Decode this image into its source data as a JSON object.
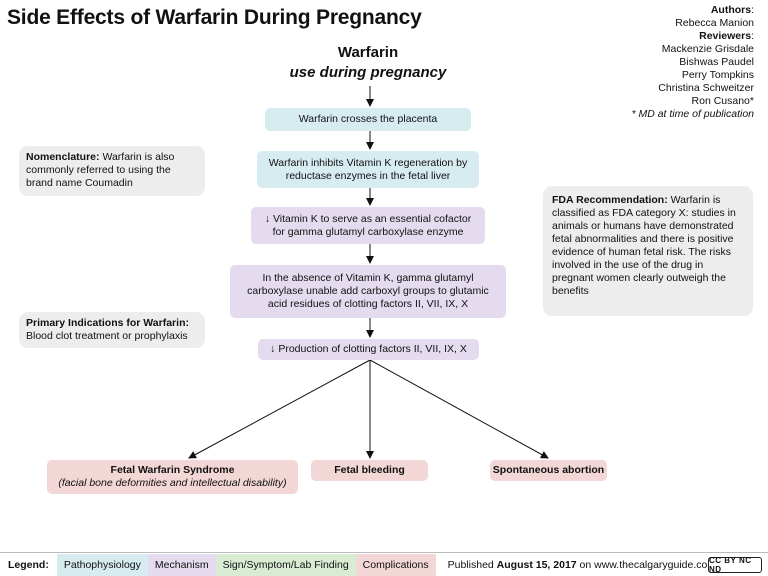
{
  "title": "Side Effects of Warfarin During Pregnancy",
  "credits": {
    "authors_heading": "Authors",
    "authors": [
      "Rebecca Manion"
    ],
    "reviewers_heading": "Reviewers",
    "reviewers": [
      "Mackenzie Grisdale",
      "Bishwas Paudel",
      "Perry Tompkins",
      "Christina Schweitzer",
      "Ron Cusano*"
    ],
    "note": "* MD at time of publication"
  },
  "heading": {
    "line1": "Warfarin",
    "line2": "use during pregnancy"
  },
  "flow": {
    "step1": "Warfarin crosses the placenta",
    "step2": "Warfarin inhibits Vitamin K regeneration by reductase enzymes in the fetal liver",
    "step3": "↓ Vitamin K to serve as an essential cofactor for gamma glutamyl carboxylase enzyme",
    "step4": "In the absence of Vitamin K, gamma glutamyl carboxylase unable add carboxyl groups to glutamic acid residues of clotting factors II, VII, IX, X",
    "step5": "↓ Production of clotting factors II, VII, IX, X"
  },
  "outcomes": {
    "fws_title": "Fetal Warfarin Syndrome",
    "fws_sub": "(facial bone deformities and intellectual disability)",
    "bleeding": "Fetal bleeding",
    "abortion": "Spontaneous abortion"
  },
  "sidenotes": {
    "nomenclature_label": "Nomenclature:",
    "nomenclature_text": "Warfarin is also commonly referred to using the brand name Coumadin",
    "indications_label": "Primary Indications for Warfarin:",
    "indications_text": "Blood clot treatment or prophylaxis",
    "fda_label": "FDA Recommendation:",
    "fda_text": "Warfarin is classified as FDA category X: studies in animals or humans have demonstrated fetal abnormalities and there is positive evidence of human fetal risk. The risks involved in the use of the drug in pregnant women clearly outweigh the benefits"
  },
  "legend": {
    "label": "Legend:",
    "items": [
      {
        "text": "Pathophysiology",
        "color": "#d7ecf1"
      },
      {
        "text": "Mechanism",
        "color": "#e4dcee"
      },
      {
        "text": "Sign/Symptom/Lab Finding",
        "color": "#d8ecd4"
      },
      {
        "text": "Complications",
        "color": "#f3d6d6"
      }
    ],
    "published_prefix": "Published",
    "published_date": "August 15, 2017",
    "published_suffix": "on www.thecalgaryguide.com"
  },
  "license_badge": "CC BY NC ND"
}
